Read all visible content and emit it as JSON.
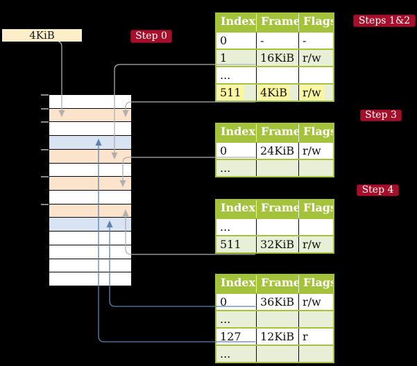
{
  "colors": {
    "background": "#000000",
    "badge": "#A50F2B",
    "badge_border": "#7A0A1E",
    "badge_text": "#FFFFFF",
    "table_header_bg": "#A4C23C",
    "table_header_text": "#FFFFFF",
    "row_shaded": "#E9EFD6",
    "row_plain": "#FFFFFF",
    "highlight_yellow": "#FBF7A1",
    "memory_peach": "#FCE3CC",
    "memory_blue": "#D8E4F2",
    "memory_white": "#FFFFFF",
    "frame_box_cream": "#FBEEC8",
    "connector_gray": "#B0B0B0",
    "connector_blue": "#5E81B4"
  },
  "frame_box": {
    "label": "4KiB"
  },
  "badges": [
    {
      "id": "step0",
      "label": "Step 0"
    },
    {
      "id": "steps12",
      "label": "Steps 1&2"
    },
    {
      "id": "step3",
      "label": "Step 3"
    },
    {
      "id": "step4",
      "label": "Step 4"
    }
  ],
  "memory_column": {
    "rows": [
      "white",
      "peach",
      "white",
      "blue",
      "peach",
      "white",
      "peach",
      "white",
      "peach",
      "blue",
      "white",
      "white",
      "white",
      "white"
    ]
  },
  "tables": [
    {
      "id": "page-table-steps-1-2",
      "headers": [
        "Index",
        "Frame",
        "Flags"
      ],
      "rows": [
        {
          "cells": [
            "0",
            "-",
            "-"
          ],
          "shaded": false,
          "highlighted": false
        },
        {
          "cells": [
            "1",
            "16KiB",
            "r/w"
          ],
          "shaded": true,
          "highlighted": false
        },
        {
          "cells": [
            "...",
            "",
            ""
          ],
          "shaded": false,
          "highlighted": false
        },
        {
          "cells": [
            "511",
            "4KiB",
            "r/w"
          ],
          "shaded": true,
          "highlighted": true
        }
      ]
    },
    {
      "id": "page-table-step-3",
      "headers": [
        "Index",
        "Frame",
        "Flags"
      ],
      "rows": [
        {
          "cells": [
            "0",
            "24KiB",
            "r/w"
          ],
          "shaded": false,
          "highlighted": false
        },
        {
          "cells": [
            "...",
            "",
            ""
          ],
          "shaded": true,
          "highlighted": false
        }
      ]
    },
    {
      "id": "page-table-step-4",
      "headers": [
        "Index",
        "Frame",
        "Flags"
      ],
      "rows": [
        {
          "cells": [
            "...",
            "",
            ""
          ],
          "shaded": false,
          "highlighted": false
        },
        {
          "cells": [
            "511",
            "32KiB",
            "r/w"
          ],
          "shaded": true,
          "highlighted": false
        }
      ]
    },
    {
      "id": "page-table-final",
      "headers": [
        "Index",
        "Frame",
        "Flags"
      ],
      "rows": [
        {
          "cells": [
            "0",
            "36KiB",
            "r/w"
          ],
          "shaded": false,
          "highlighted": false
        },
        {
          "cells": [
            "...",
            "",
            ""
          ],
          "shaded": true,
          "highlighted": false
        },
        {
          "cells": [
            "127",
            "12KiB",
            "r"
          ],
          "shaded": false,
          "highlighted": false
        },
        {
          "cells": [
            "...",
            "",
            ""
          ],
          "shaded": true,
          "highlighted": false
        }
      ]
    }
  ],
  "connectors": [
    {
      "id": "c-root",
      "color": "gray",
      "from": "frame-box-4kib",
      "to": "memory-row-2"
    },
    {
      "id": "c-t1-entry-1",
      "color": "gray",
      "from": "table-1-row-1",
      "to": "memory-row-5"
    },
    {
      "id": "c-t1-entry-511",
      "color": "gray",
      "from": "table-1-row-511",
      "to": "memory-row-2"
    },
    {
      "id": "c-t2-entry-0",
      "color": "gray",
      "from": "table-2-row-0",
      "to": "memory-row-7"
    },
    {
      "id": "c-t3-entry-511",
      "color": "gray",
      "from": "table-3-row-511",
      "to": "memory-row-9"
    },
    {
      "id": "c-t4-entry-0",
      "color": "blue",
      "from": "table-4-row-0",
      "to": "memory-row-10"
    },
    {
      "id": "c-t4-entry-127",
      "color": "blue",
      "from": "table-4-row-127",
      "to": "memory-row-4"
    }
  ]
}
